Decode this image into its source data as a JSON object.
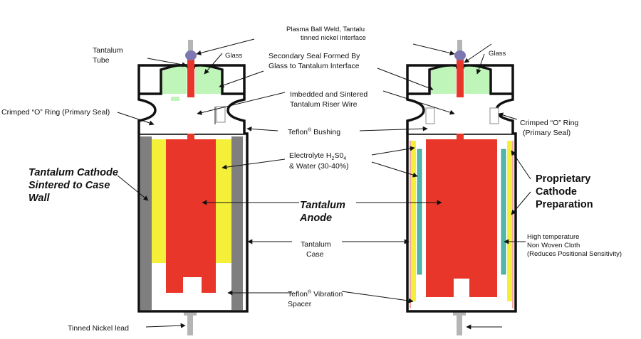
{
  "colors": {
    "anode": "#e8372a",
    "electrolyte": "#f4f03a",
    "case_wall": "#7f7f7f",
    "glass": "#bff5b8",
    "cloth": "#4fb7a8",
    "lead": "#b5b5b5",
    "weld": "#7d77b2",
    "outline": "#111111"
  },
  "labels": {
    "plasma_weld_1": "Plasma Ball Weld, Tantalu",
    "plasma_weld_2": "tinned nickel interface",
    "tantalum_tube_1": "Tantalum",
    "tantalum_tube_2": "Tube",
    "glass_left": "Glass",
    "glass_right": "Glass",
    "secondary_seal_1": "Secondary Seal Formed By",
    "secondary_seal_2": "Glass to Tantalum Interface",
    "riser_wire_1": "Imbedded and Sintered",
    "riser_wire_2": "Tantalum Riser Wire",
    "crimped_left": "Crimped “O” Ring (Primary Seal)",
    "crimped_right_1": "Crimped “O” Ring",
    "crimped_right_2": "(Primary Seal)",
    "teflon_bushing_main": "Teflon",
    "teflon_bushing_sup": "®",
    "teflon_bushing_rest": " Bushing",
    "electrolyte_1_a": "Electrolyte H",
    "electrolyte_1_sub1": "2",
    "electrolyte_1_b": "S0",
    "electrolyte_1_sub2": "4",
    "electrolyte_2": "& Water (30-40%)",
    "cathode_sintered_1": "Tantalum Cathode",
    "cathode_sintered_2": "Sintered to Case",
    "cathode_sintered_3": "Wall",
    "proprietary_1": "Proprietary",
    "proprietary_2": "Cathode",
    "proprietary_3": "Preparation",
    "anode_1": "Tantalum",
    "anode_2": "Anode",
    "case_1": "Tantalum",
    "case_2": "Case",
    "cloth_1": "High temperature",
    "cloth_2": "Non Woven Cloth",
    "cloth_3": "(Reduces Positional Sensitivity)",
    "spacer_1_main": "Teflon",
    "spacer_1_sup": "®",
    "spacer_1_rest": " Vibration",
    "spacer_2": "Spacer",
    "nickel_lead": "Tinned Nickel lead"
  }
}
